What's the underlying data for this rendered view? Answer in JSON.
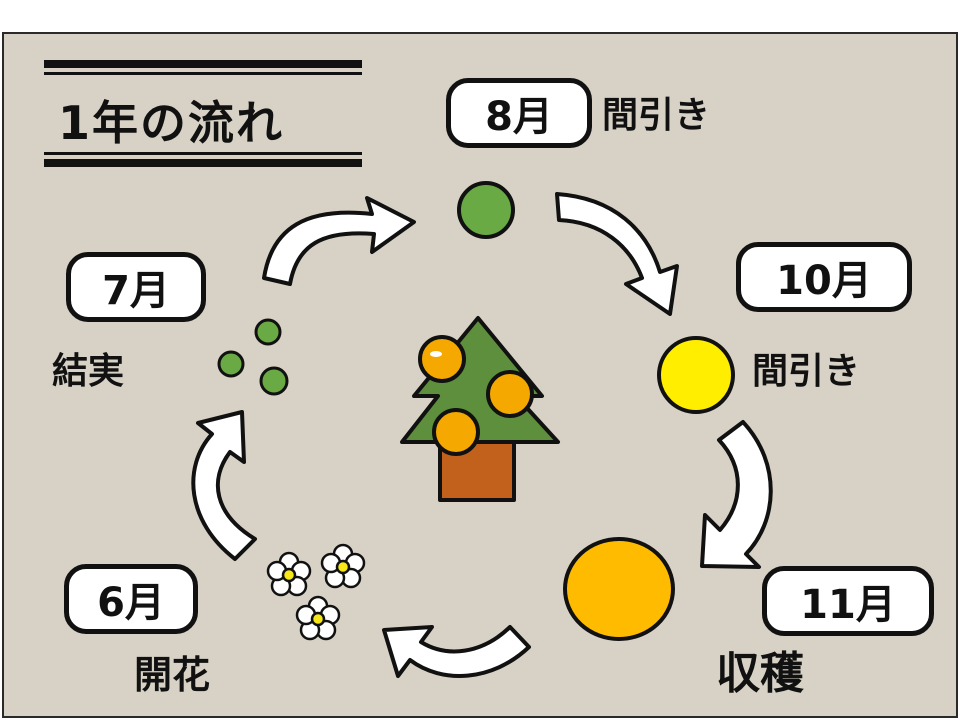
{
  "title": "1年の流れ",
  "colors": {
    "background": "#d8d2c6",
    "outline": "#111111",
    "fruit_green": "#6aaa44",
    "fruit_yellow": "#ffee00",
    "fruit_orange": "#ffbb00",
    "tree_green": "#5e8f3c",
    "trunk": "#c2611c",
    "tree_fruit": "#f5a800",
    "flower_center": "#f6e61a",
    "flower_petal": "#ffffff"
  },
  "stages": [
    {
      "month": "8月",
      "activity": "間引き",
      "icon": "small-green-fruit-icon"
    },
    {
      "month": "10月",
      "activity": "間引き",
      "icon": "yellow-fruit-icon"
    },
    {
      "month": "11月",
      "activity": "収穫",
      "icon": "orange-fruit-icon"
    },
    {
      "month": "6月",
      "activity": "開花",
      "icon": "flowers-icon"
    },
    {
      "month": "7月",
      "activity": "結実",
      "icon": "young-fruit-cluster-icon"
    }
  ],
  "center_icon": "tree-with-fruit-icon"
}
